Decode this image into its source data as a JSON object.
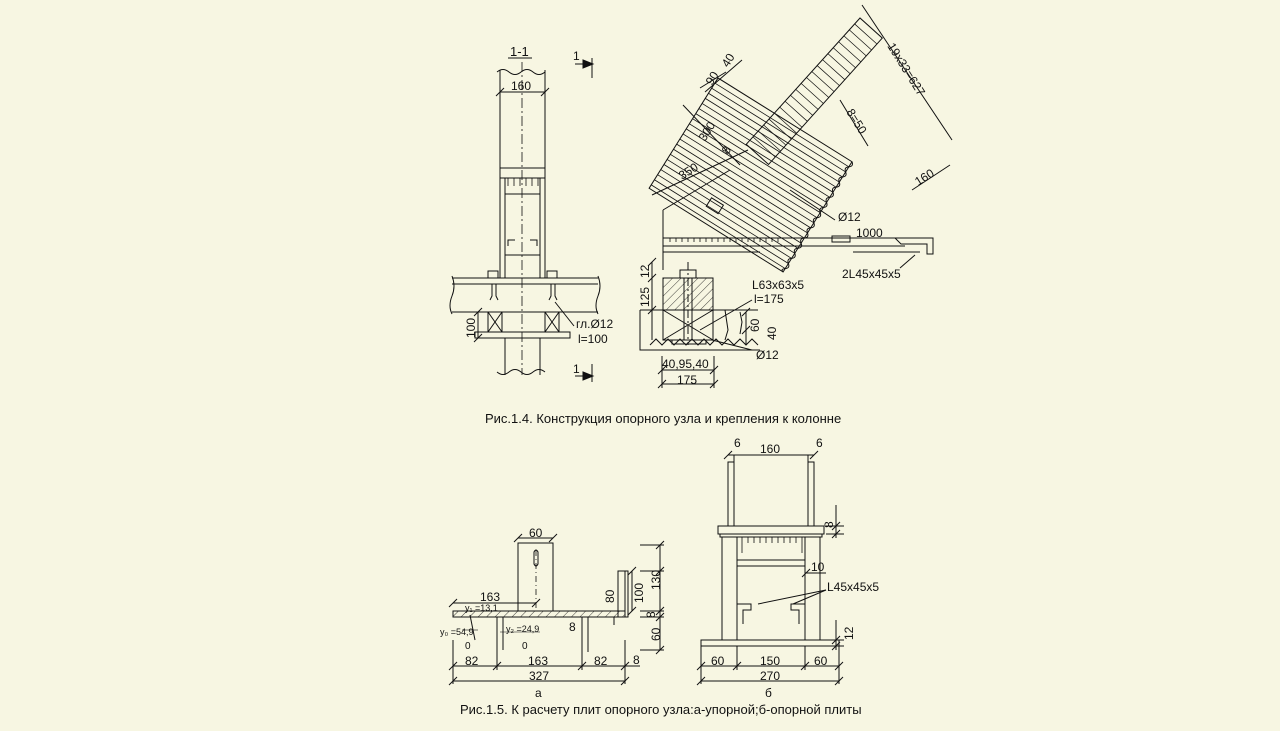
{
  "fig14": {
    "caption": "Рис.1.4. Конструкция опорного узла и крепления к колонне",
    "section_label": "1-1",
    "cut_mark": "1",
    "dims": {
      "col_width": "160",
      "bolt_hole": "гл.Ø12",
      "bolt_len": "l=100",
      "h100": "100",
      "a40": "40",
      "a90": "90",
      "a300": "300",
      "a8": "8",
      "a350": "350",
      "a19x33": "19х33=627",
      "ab50": "8=50",
      "a160": "160",
      "d12a": "Ø12",
      "d1000": "1000",
      "angle2": "2L45x45x5",
      "v12": "12",
      "v125": "125",
      "angle63": "L63x63x5",
      "l175": "l=175",
      "v60": "60",
      "v40": "40",
      "d12b": "Ø12",
      "bottom_seq": "40,95,40",
      "bottom_total": "175"
    }
  },
  "fig15": {
    "caption": "Рис.1.5. К расчету плит опорного узла:а-упорной;б-опорной плиты",
    "label_a": "а",
    "label_b": "б",
    "a": {
      "w60": "60",
      "d163": "163",
      "y1": "y₁ =13,1",
      "y0": "y₀ =54,9",
      "y2": "y₂ =24,9",
      "s8": "8",
      "o1": "0",
      "o2": "0",
      "h80": "80",
      "v130": "130",
      "v100": "100",
      "v8": "8",
      "v60": "60",
      "b82a": "82",
      "b163": "163",
      "b82b": "82",
      "b8": "8",
      "total": "327"
    },
    "b": {
      "t6a": "6",
      "t160": "160",
      "t6b": "6",
      "r8": "8",
      "r10": "10",
      "angle": "L45x45x5",
      "r12": "12",
      "b60a": "60",
      "b150": "150",
      "b60b": "60",
      "total": "270"
    }
  }
}
